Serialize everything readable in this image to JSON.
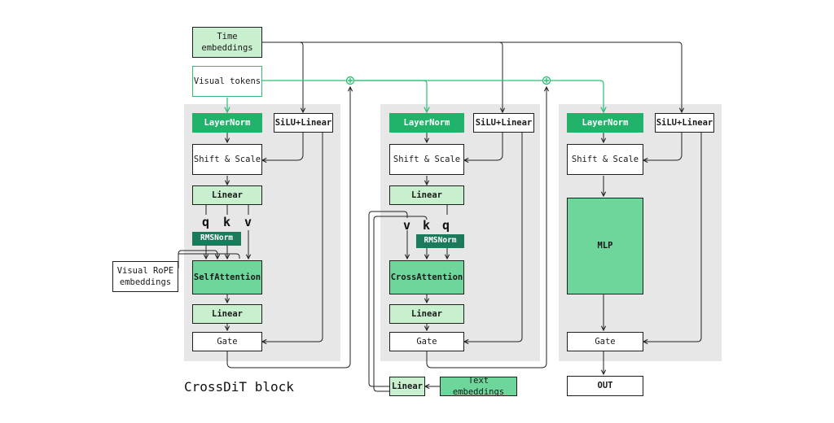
{
  "colors": {
    "panel": "#e7e7e7",
    "layernorm": "#22b36b",
    "light_green": "#c8f0ce",
    "medium_green": "#6ed69b",
    "rmsnorm": "#1c7a5c",
    "visual_line": "#2fbf77"
  },
  "inputs": {
    "time_embeddings": "Time\nembeddings",
    "visual_tokens": "Visual tokens",
    "visual_rope": "Visual RoPE\nembeddings",
    "text_embeddings": "Text embeddings"
  },
  "block1": {
    "layernorm": "LayerNorm",
    "silu_linear": "SiLU+Linear",
    "shift_scale": "Shift & Scale",
    "linear_qkv": "Linear",
    "q": "q",
    "k": "k",
    "v": "v",
    "rmsnorm": "RMSNorm",
    "attention": "SelfAttention",
    "linear_out": "Linear",
    "gate": "Gate"
  },
  "block2": {
    "layernorm": "LayerNorm",
    "silu_linear": "SiLU+Linear",
    "shift_scale": "Shift & Scale",
    "linear_q": "Linear",
    "v": "v",
    "k": "k",
    "q": "q",
    "rmsnorm": "RMSNorm",
    "attention": "CrossAttention",
    "linear_out": "Linear",
    "gate": "Gate",
    "text_linear": "Linear"
  },
  "block3": {
    "layernorm": "LayerNorm",
    "silu_linear": "SiLU+Linear",
    "shift_scale": "Shift & Scale",
    "mlp": "MLP",
    "gate": "Gate",
    "out": "OUT"
  },
  "caption": "CrossDiT block"
}
